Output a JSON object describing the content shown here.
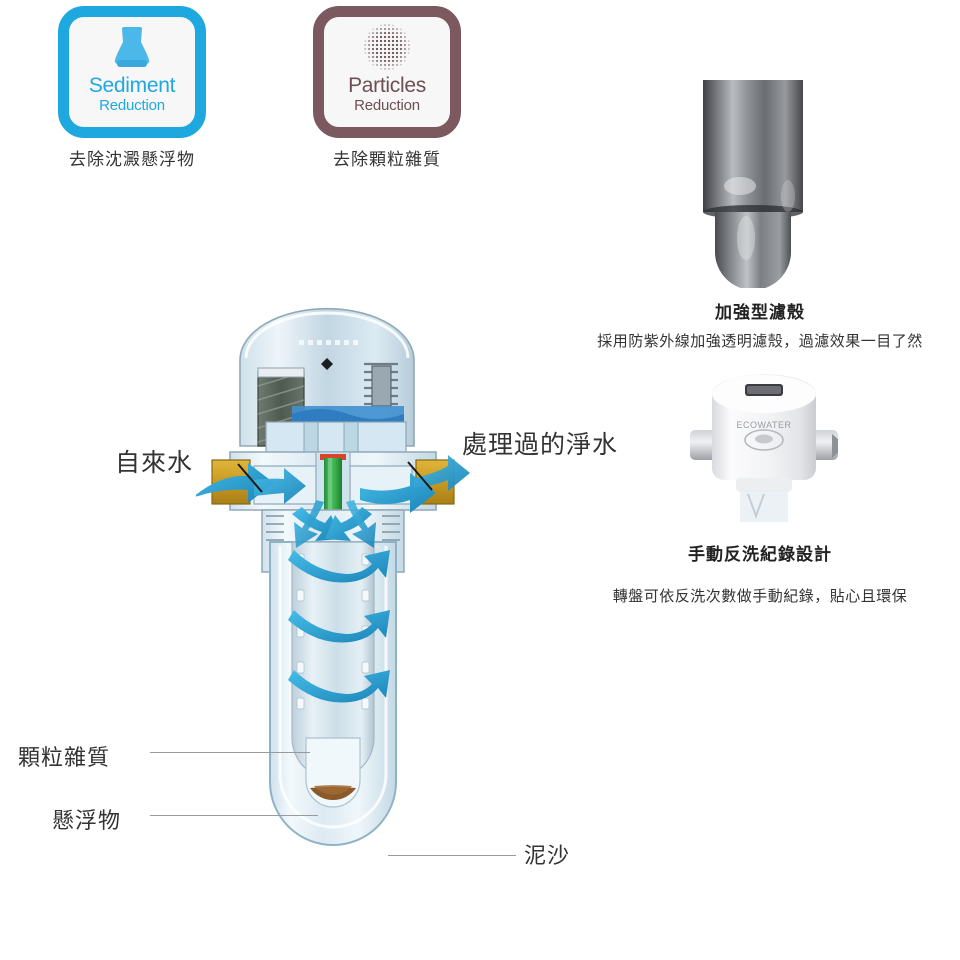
{
  "badges": [
    {
      "id": "sediment",
      "icon": "flask-icon",
      "title": "Sediment",
      "subtitle": "Reduction",
      "caption": "去除沈澱懸浮物",
      "color": "#1fa8e0"
    },
    {
      "id": "particles",
      "icon": "dotted-circle-icon",
      "title": "Particles",
      "subtitle": "Reduction",
      "caption": "去除顆粒雜質",
      "color": "#7b595e"
    }
  ],
  "features": [
    {
      "id": "housing",
      "photo": "filter-housing-photo",
      "title": "加強型濾殼",
      "desc": "採用防紫外線加強透明濾殼，過濾效果一目了然"
    },
    {
      "id": "backwash",
      "photo": "valve-head-photo",
      "brand": "ECOWATER",
      "title": "手動反洗紀錄設計",
      "desc": "轉盤可依反洗次數做手動紀錄，貼心且環保"
    }
  ],
  "diagram": {
    "inlet_label": "自來水",
    "outlet_label": "處理過的淨水",
    "callouts": [
      {
        "id": "particulates",
        "label": "顆粒雜質"
      },
      {
        "id": "suspended",
        "label": "懸浮物"
      },
      {
        "id": "silt",
        "label": "泥沙"
      }
    ],
    "colors": {
      "flow_arrow": "#29a8d8",
      "center_tube": "#35b24a",
      "port_brass": "#d6a52a",
      "sediment": "#8b5a2b",
      "body_shell": "#dbeaf2"
    }
  }
}
